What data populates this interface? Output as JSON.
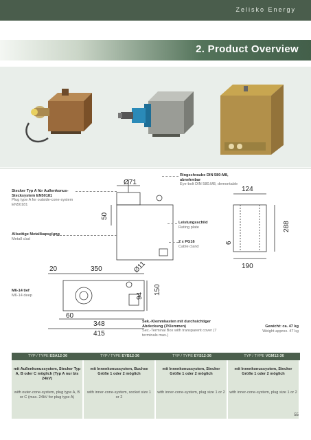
{
  "header": {
    "brand": "Zelisko Energy",
    "title": "2. Product Overview"
  },
  "photos": {
    "items": [
      {
        "icon": "plug-unit-photo-1"
      },
      {
        "icon": "plug-unit-photo-2"
      },
      {
        "icon": "plug-unit-photo-3"
      }
    ]
  },
  "drawing": {
    "labels": {
      "plug_de": "Stecker Typ A für Außenkonus-Stecksystem EN50181",
      "plug_en": "Plug type A for outside-cone-system EN50181",
      "clad_de": "Allseitige Metallkapselung",
      "clad_en": "Metall clad",
      "eyebolt_de": "Ringschraube DIN 580-M8, abnehmbar",
      "eyebolt_en": "Eye-bolt DIN 580.M8, demontable",
      "plate_de": "Leistungsschild",
      "plate_en": "Rating plate",
      "gland_de": "2 x PG16",
      "gland_en": "Cable cland",
      "m6_de": "M6-14 tief",
      "m6_en": "M6-14 deep",
      "box_de": "Sek.-Klemmkasten mit durchsichtiger Abdeckung (7Klemmen)",
      "box_en": "Sec.-Terminal Box with transparent cover (7 terminals max.)",
      "weight_de": "Gewicht: ca. 47 kg",
      "weight_en": "Weight approx. 47 kg"
    },
    "dims": {
      "d71": "Ø71",
      "d50": "50",
      "d124": "124",
      "d288": "288",
      "d6": "6",
      "d190": "190",
      "d20": "20",
      "d350": "350",
      "d11": "Ø11",
      "d94": "94",
      "d150": "150",
      "d60": "60",
      "d348": "348",
      "d415": "415"
    }
  },
  "table": {
    "columns": [
      {
        "type_label": "TYP / TYPE ",
        "type_code": "ESA12-36",
        "main": "mit Außenkonussystem, Stecker Typ A, B oder C möglich (Typ A nur bis 24kV)",
        "sub": "with outer-cone-system, plug type A, B or C (max. 24kV for plug type A)"
      },
      {
        "type_label": "TYP / TYPE ",
        "type_code": "EYB12-36",
        "main": "mit Innenkonussystem, Buchse Größe 1 oder 2 möglich",
        "sub": "with inner-cone-system, socket size 1 or 2"
      },
      {
        "type_label": "TYP / TYPE ",
        "type_code": "EYS12-36",
        "main": "mit Innenkonussystem, Stecker Größe 1 oder 2 möglich",
        "sub": "with inner-cone-system, plug size 1 or 2"
      },
      {
        "type_label": "TYP / TYPE ",
        "type_code": "VGM12-36",
        "main": "mit Innenkonussystem, Stecker Größe 1 oder 2 möglich",
        "sub": "with inner-cone-system, plug size 1 or 2"
      }
    ]
  },
  "footer": {
    "page": "55"
  },
  "colors": {
    "header": "#4a5d4c",
    "table_head": "#4b5f4d",
    "table_body": "#dde5d9"
  }
}
